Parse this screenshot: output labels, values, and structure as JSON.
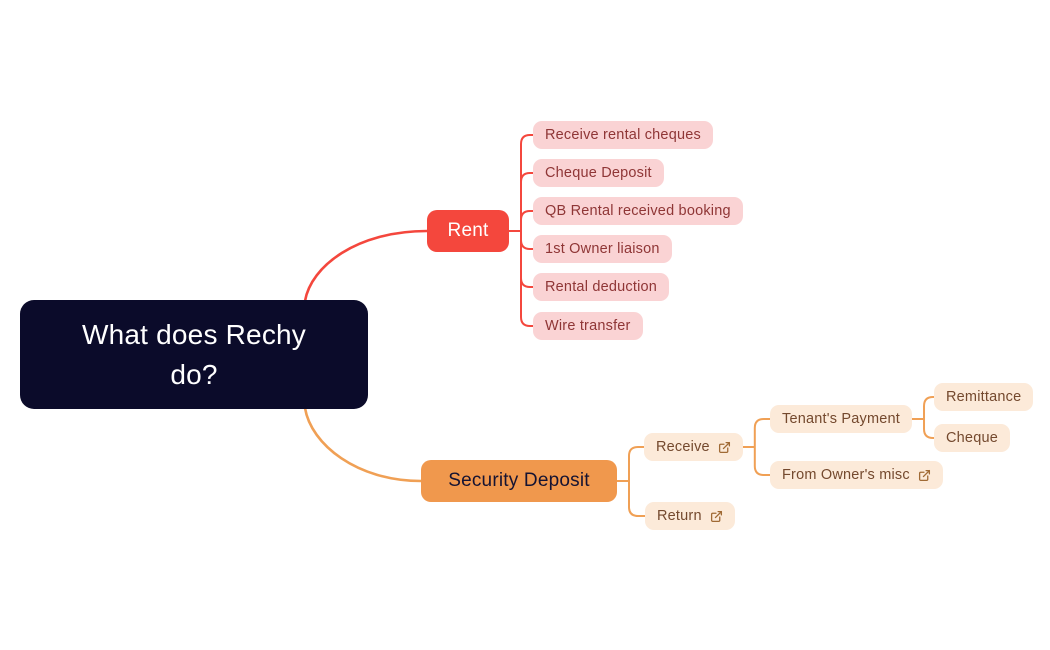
{
  "colors": {
    "background": "#ffffff",
    "root_bg": "#0b0b2a",
    "root_text": "#ffffff",
    "red": "#f4473d",
    "red_child_bg": "#fad3d4",
    "red_child_text": "#8f3636",
    "orange": "#f0984d",
    "orange_line": "#f0a055",
    "orange_child_bg": "#fcead9",
    "orange_child_text": "#74492e",
    "link_icon": "#a06a35"
  },
  "icons": {
    "external_link": {
      "name": "external-link-icon",
      "glyph": "↗"
    }
  },
  "tree": {
    "root": {
      "label": "What does Rechy do?"
    },
    "branches": [
      {
        "id": "rent",
        "label": "Rent",
        "color_theme": "red",
        "children": [
          {
            "id": "receive-rental-cheques",
            "label": "Receive rental cheques"
          },
          {
            "id": "cheque-deposit",
            "label": "Cheque Deposit"
          },
          {
            "id": "qb-rental-received-booking",
            "label": "QB Rental received booking"
          },
          {
            "id": "1st-owner-liaison",
            "label": "1st Owner liaison"
          },
          {
            "id": "rental-deduction",
            "label": "Rental deduction"
          },
          {
            "id": "wire-transfer",
            "label": "Wire transfer"
          }
        ]
      },
      {
        "id": "security-deposit",
        "label": "Security Deposit",
        "color_theme": "orange",
        "children": [
          {
            "id": "receive",
            "label": "Receive",
            "has_link_icon": true,
            "children": [
              {
                "id": "tenants-payment",
                "label": "Tenant's Payment",
                "children": [
                  {
                    "id": "remittance",
                    "label": "Remittance"
                  },
                  {
                    "id": "cheque",
                    "label": "Cheque"
                  }
                ]
              },
              {
                "id": "from-owners-misc",
                "label": "From Owner's misc",
                "has_link_icon": true
              }
            ]
          },
          {
            "id": "return",
            "label": "Return",
            "has_link_icon": true
          }
        ]
      }
    ]
  }
}
